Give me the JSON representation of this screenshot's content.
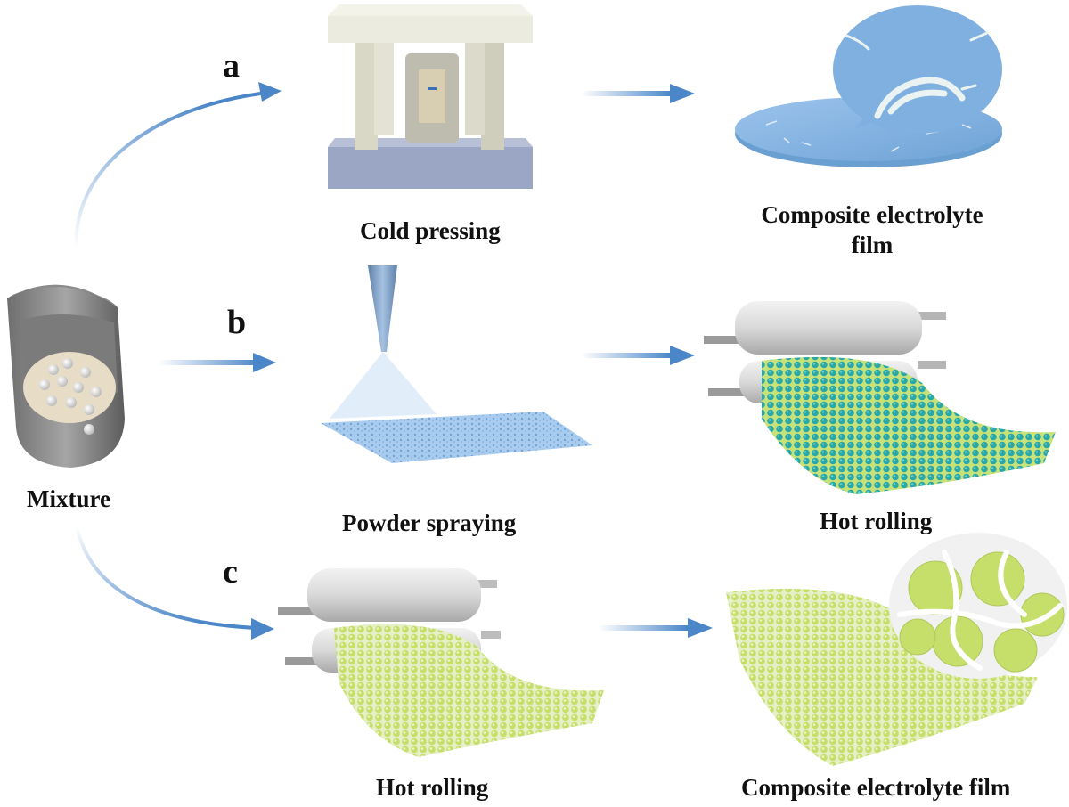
{
  "routes": [
    {
      "letter": "a",
      "step1": "Cold pressing",
      "result_line1": "Composite electrolyte",
      "result_line2": "film"
    },
    {
      "letter": "b",
      "step1": "Powder spraying",
      "result": "Hot rolling"
    },
    {
      "letter": "c",
      "step1": "Hot rolling",
      "result": "Composite electrolyte film"
    }
  ],
  "source": {
    "label": "Mixture"
  },
  "colors": {
    "arrow": "#4a86c8",
    "electrolyte_blue": "#7fb0e0",
    "particle_teal": "#2aa8a8",
    "particle_green": "#c6de6a",
    "roller": "#d7d7d7",
    "press_frame": "#e4e2d4",
    "press_base": "#9aa6c4"
  }
}
